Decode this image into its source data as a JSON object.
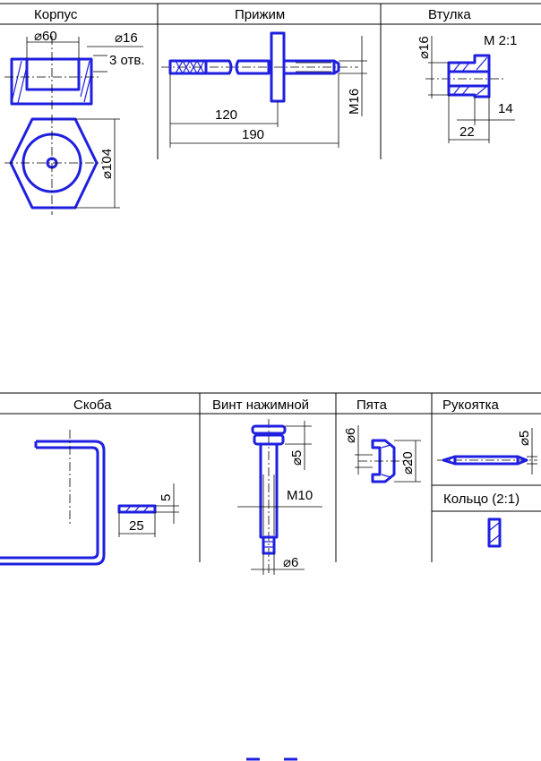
{
  "top_table": {
    "headers": [
      "Корпус",
      "Прижим",
      "Втулка"
    ]
  },
  "bottom_table": {
    "headers": [
      "Скоба",
      "Винт нажимной",
      "Пята",
      "Рукоятка"
    ],
    "subheader": "Кольцо (2:1)"
  },
  "korpus": {
    "d60": "⌀60",
    "d16": "⌀16",
    "holes": "3 отв.",
    "d104": "⌀104"
  },
  "prizhim": {
    "l120": "120",
    "l190": "190",
    "m16": "M16"
  },
  "vtulka": {
    "d16": "⌀16",
    "scale": "M 2:1",
    "l14": "14",
    "l22": "22"
  },
  "skoba": {
    "t5": "5",
    "w25": "25"
  },
  "vint": {
    "d5": "⌀5",
    "m10": "M10",
    "d6": "⌀6"
  },
  "pyata": {
    "d6": "⌀6",
    "d20": "⌀20"
  },
  "rukoyatka": {
    "d5": "⌀5"
  },
  "colors": {
    "part": "#1f1fe0",
    "line": "#000000"
  }
}
